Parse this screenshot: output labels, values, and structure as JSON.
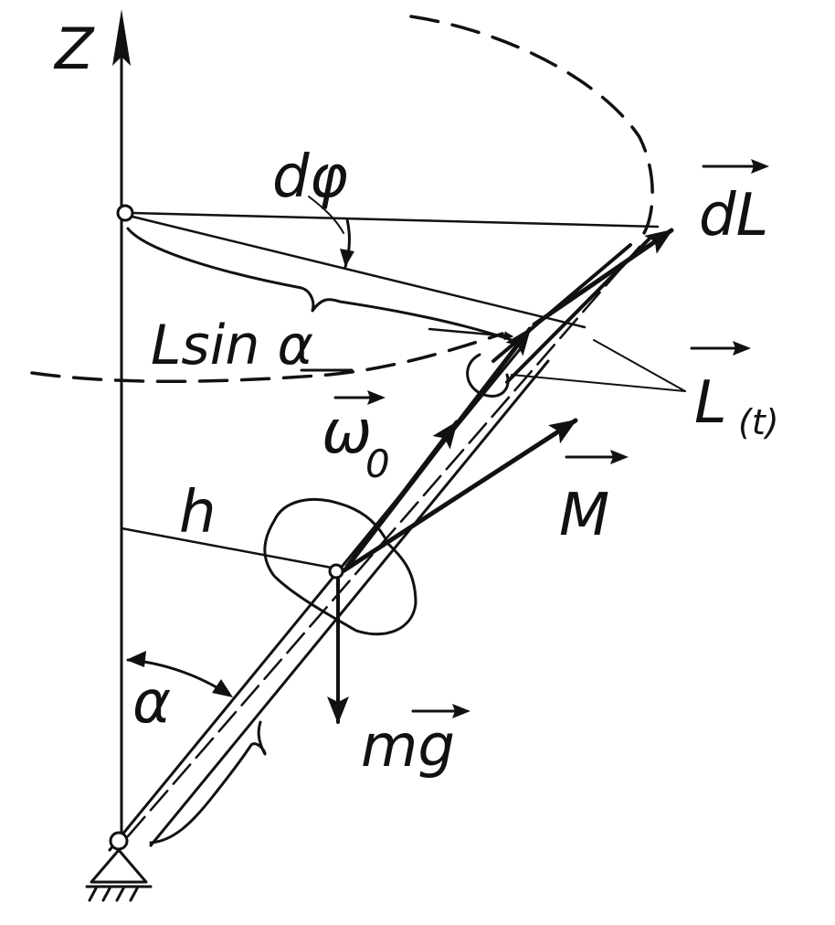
{
  "diagram": {
    "labels": {
      "z_axis": "Z",
      "d_phi": "dφ",
      "dL": "dL",
      "L_sin_alpha": "Lsin α",
      "L_of_t": "L",
      "L_subscript": "(t)",
      "omega": "ω",
      "omega_subscript": "0",
      "h": "h",
      "M": "M",
      "mg": "mg",
      "alpha": "α"
    },
    "colors": {
      "ink": "#111111",
      "paper": "#ffffff"
    }
  }
}
